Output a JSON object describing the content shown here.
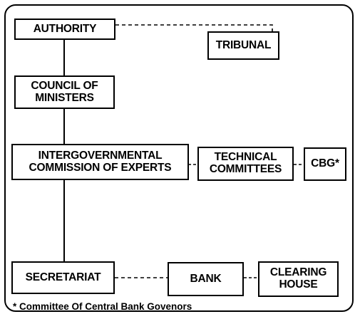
{
  "nodes": {
    "authority": {
      "lines": [
        "AUTHORITY"
      ]
    },
    "tribunal": {
      "lines": [
        "TRIBUNAL"
      ]
    },
    "council": {
      "lines": [
        "COUNCIL OF",
        "MINISTERS"
      ]
    },
    "commission": {
      "lines": [
        "INTERGOVERNMENTAL",
        "COMMISSION OF EXPERTS"
      ]
    },
    "technical": {
      "lines": [
        "TECHNICAL",
        "COMMITTEES"
      ]
    },
    "cbg": {
      "lines": [
        "CBG*"
      ]
    },
    "secretariat": {
      "lines": [
        "SECRETARIAT"
      ]
    },
    "bank": {
      "lines": [
        "BANK"
      ]
    },
    "clearing": {
      "lines": [
        "CLEARING",
        "HOUSE"
      ]
    }
  },
  "footnote": "* Committee Of Central Bank Govenors"
}
